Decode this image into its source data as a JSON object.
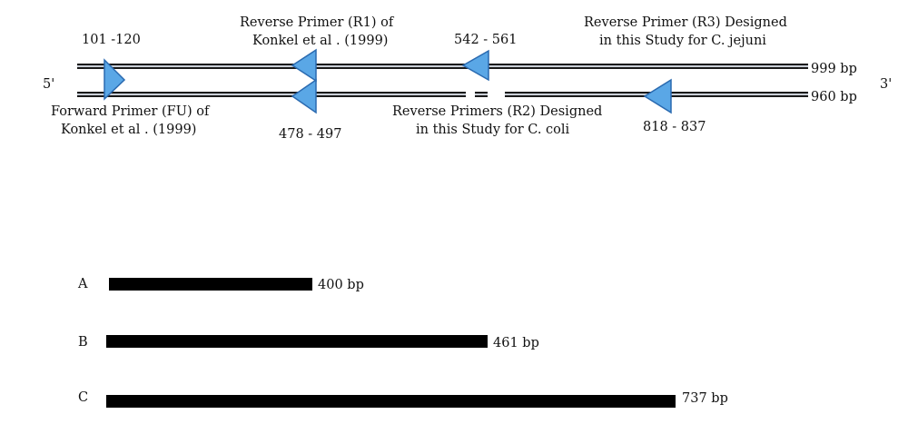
{
  "strands": {
    "five_prime": "5'",
    "three_prime": "3'",
    "top_length": "999 bp",
    "bottom_length": "960 bp"
  },
  "primers": {
    "fu": {
      "position": "101 -120",
      "label_line1": "Forward Primer (FU) of",
      "label_line2": "Konkel et al . (1999)"
    },
    "r1": {
      "position": "478 - 497",
      "label_line1": "Reverse Primer (R1) of",
      "label_line2": "Konkel et al . (1999)"
    },
    "r2": {
      "position": "542 - 561",
      "label_line1": "Reverse Primers (R2) Designed",
      "label_line2_prefix": "in this Study for ",
      "label_line2_species": "C. coli"
    },
    "r3": {
      "position": "818 - 837",
      "label_line1": "Reverse Primer (R3) Designed",
      "label_line2_prefix": "in this Study for ",
      "label_line2_species": "C. jejuni"
    }
  },
  "products": [
    {
      "letter": "A",
      "size": "400 bp"
    },
    {
      "letter": "B",
      "size": "461 bp"
    },
    {
      "letter": "C",
      "size": "737 bp"
    }
  ],
  "colors": {
    "strand": "#1a1a1a",
    "strand_highlight": "#c9ced6",
    "arrow_fill": "#5aa7e6",
    "arrow_stroke": "#2a6ab0",
    "product_bar": "#000000"
  }
}
